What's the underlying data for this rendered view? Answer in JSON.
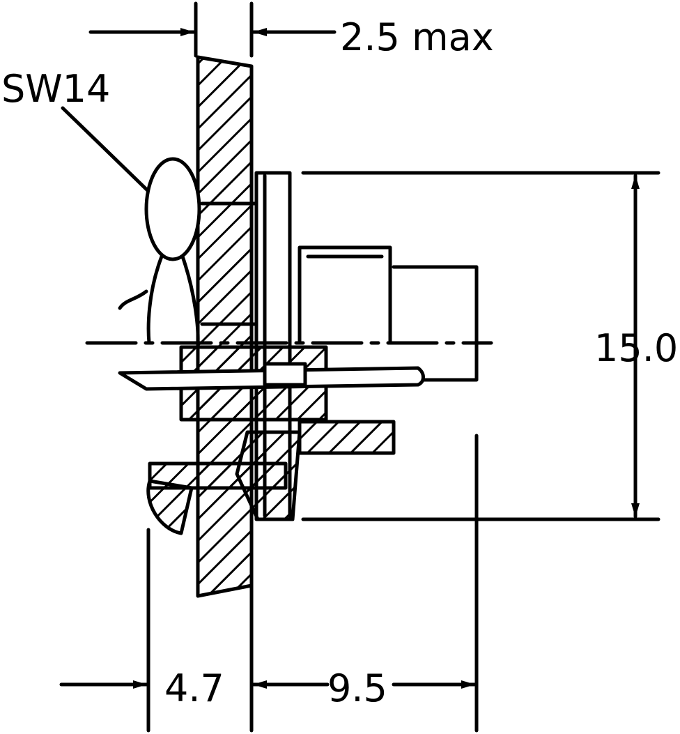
{
  "labels": {
    "thread": "SW14",
    "panel_thickness": "2.5 max",
    "height": "15.0",
    "depth_front": "4.7",
    "depth_rear": "9.5"
  },
  "colors": {
    "ink": "#000000",
    "paper": "#ffffff"
  }
}
